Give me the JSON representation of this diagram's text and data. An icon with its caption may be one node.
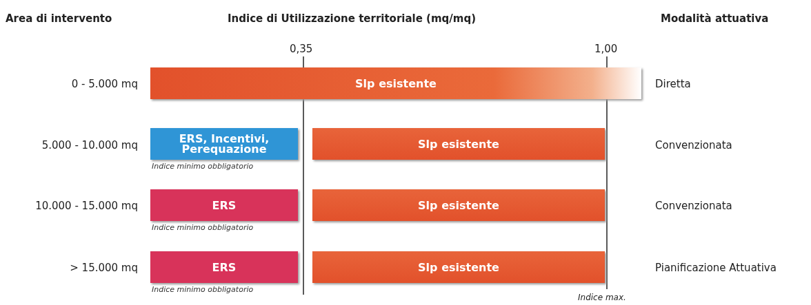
{
  "diagram": {
    "nodes": [
      {
        "text": [
          "Slp esistente"
        ]
      },
      {
        "text": [
          "ERS, Incentivi, Perequazione"
        ],
        "beside": [
          "Indice minimo obbligatorio"
        ]
      },
      {
        "text": [
          "Slp esistente"
        ]
      },
      {
        "text": [
          "ERS"
        ],
        "beside": [
          "Indice minimo obbligatorio"
        ]
      },
      {
        "text": [
          "Slp esistente"
        ]
      },
      {
        "text": [
          "ERS"
        ],
        "beside": [
          "Indice minimo obbligatorio"
        ]
      },
      {
        "text": [
          "Slp esistente"
        ]
      }
    ],
    "labels": [
      "Area di intervento",
      "Indice di Utilizzazione territoriale (mq/mq)",
      "Modalità attuativa",
      "0,35",
      "1,00",
      "0 - 5.000 mq",
      "Diretta",
      "5.000 - 10.000 mq",
      "Convenzionata",
      "10.000 - 15.000 mq",
      "Convenzionata",
      "> 15.000 mq",
      "Pianificazione Attuativa",
      "Indice max."
    ]
  }
}
